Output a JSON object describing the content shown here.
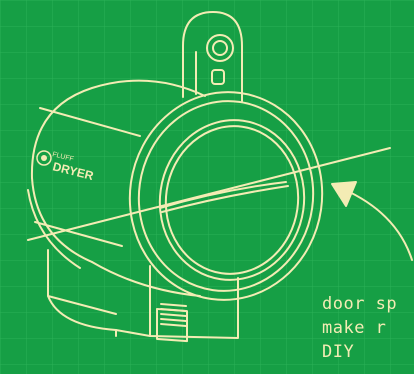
{
  "theme": {
    "background": "#169f45",
    "ink": "#f3ecb4",
    "grid": "#2bb257"
  },
  "brand": {
    "small": "FLUFF",
    "big": "DRYER"
  },
  "annotation": {
    "lines": [
      "door sp",
      "make r",
      "DIY"
    ]
  },
  "icons": {
    "arrow": "curved-arrow-icon",
    "logo": "brand-circle-icon"
  }
}
